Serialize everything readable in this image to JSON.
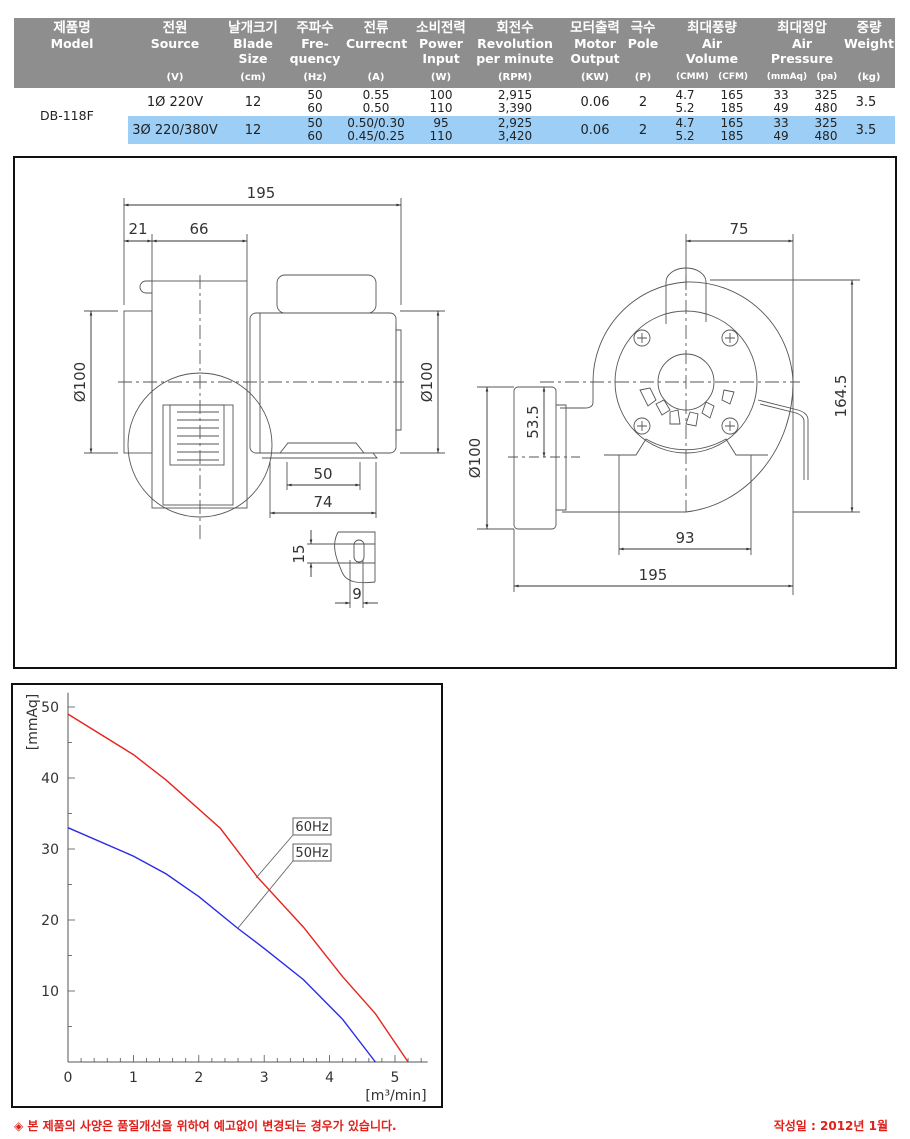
{
  "spec_table": {
    "headers": [
      {
        "ko": "제품명",
        "en": "Model",
        "en2": "",
        "unit": ""
      },
      {
        "ko": "전원",
        "en": "Source",
        "en2": "",
        "unit": "(V)"
      },
      {
        "ko": "날개크기",
        "en": "Blade",
        "en2": "Size",
        "unit": "(cm)"
      },
      {
        "ko": "주파수",
        "en": "Fre-",
        "en2": "quency",
        "unit": "(Hz)"
      },
      {
        "ko": "전류",
        "en": "Currecnt",
        "en2": "",
        "unit": "(A)"
      },
      {
        "ko": "소비전력",
        "en": "Power",
        "en2": "Input",
        "unit": "(W)"
      },
      {
        "ko": "회전수",
        "en": "Revolution",
        "en2": "per minute",
        "unit": "(RPM)"
      },
      {
        "ko": "모터출력",
        "en": "Motor",
        "en2": "Output",
        "unit": "(KW)"
      },
      {
        "ko": "극수",
        "en": "Pole",
        "en2": "",
        "unit": "(P)"
      },
      {
        "ko": "최대풍량",
        "en": "Air",
        "en2": "Volume",
        "unit": "",
        "unit_a": "(CMM)",
        "unit_b": "(CFM)"
      },
      {
        "ko": "최대정압",
        "en": "Air",
        "en2": "Pressure",
        "unit": "",
        "unit_a": "(mmAq)",
        "unit_b": "(pa)"
      },
      {
        "ko": "중량",
        "en": "Weight",
        "en2": "",
        "unit": "(kg)"
      }
    ],
    "model": "DB-118F",
    "rows": [
      {
        "source": "1Ø 220V",
        "blade": "12",
        "freq": [
          "50",
          "60"
        ],
        "current": [
          "0.55",
          "0.50"
        ],
        "power": [
          "100",
          "110"
        ],
        "rpm": [
          "2,915",
          "3,390"
        ],
        "motor": "0.06",
        "pole": "2",
        "cmm": [
          "4.7",
          "5.2"
        ],
        "cfm": [
          "165",
          "185"
        ],
        "mmaq": [
          "33",
          "49"
        ],
        "pa": [
          "325",
          "480"
        ],
        "weight": "3.5"
      },
      {
        "source": "3Ø 220/380V",
        "blade": "12",
        "freq": [
          "50",
          "60"
        ],
        "current": [
          "0.50/0.30",
          "0.45/0.25"
        ],
        "power": [
          "95",
          "110"
        ],
        "rpm": [
          "2,925",
          "3,420"
        ],
        "motor": "0.06",
        "pole": "2",
        "cmm": [
          "4.7",
          "5.2"
        ],
        "cfm": [
          "165",
          "185"
        ],
        "mmaq": [
          "33",
          "49"
        ],
        "pa": [
          "325",
          "480"
        ],
        "weight": "3.5"
      }
    ],
    "colors": {
      "header_bg": "#8e8e8e",
      "highlight_row": "#9ccef6"
    }
  },
  "drawing": {
    "side_view": {
      "overall_length": "195",
      "inlet_length": "21",
      "housing_width": "66",
      "inlet_diameter": "Ø100",
      "motor_diameter": "Ø100",
      "foot_hole_spacing": "50",
      "foot_width": "74",
      "slot_length": "15",
      "slot_width": "9"
    },
    "front_view": {
      "center_to_outlet": "75",
      "overall_height": "164.5",
      "outlet_center_height": "53.5",
      "outlet_diameter": "Ø100",
      "foot_hole_spacing": "93",
      "overall_width": "195"
    }
  },
  "chart_data": {
    "type": "line",
    "title": "",
    "xlabel": "[m³/min]",
    "ylabel": "[mmAq]",
    "xlim": [
      0,
      5.5
    ],
    "ylim": [
      0,
      52
    ],
    "xticks": [
      "0",
      "1",
      "2",
      "3",
      "4",
      "5"
    ],
    "yticks": [
      "10",
      "20",
      "30",
      "40",
      "50"
    ],
    "grid": false,
    "series": [
      {
        "name": "60Hz",
        "color": "#e8231e",
        "x": [
          0,
          1,
          1.5,
          2.33,
          2.9,
          3.6,
          4.2,
          4.7,
          5.2
        ],
        "y": [
          49,
          43.3,
          39.7,
          32.9,
          26,
          19,
          12,
          6.8,
          0
        ]
      },
      {
        "name": "50Hz",
        "color": "#2b2be6",
        "x": [
          0,
          1,
          1.5,
          2,
          2.6,
          3,
          3.6,
          4.2,
          4.7
        ],
        "y": [
          33,
          29,
          26.5,
          23.3,
          18.8,
          16,
          11.6,
          6,
          0
        ]
      }
    ]
  },
  "footer": {
    "note": "◈ 본 제품의 사양은 품질개선을 위하여 예고없이 변경되는 경우가 있습니다.",
    "date": "작성일 : 2012년 1월"
  }
}
